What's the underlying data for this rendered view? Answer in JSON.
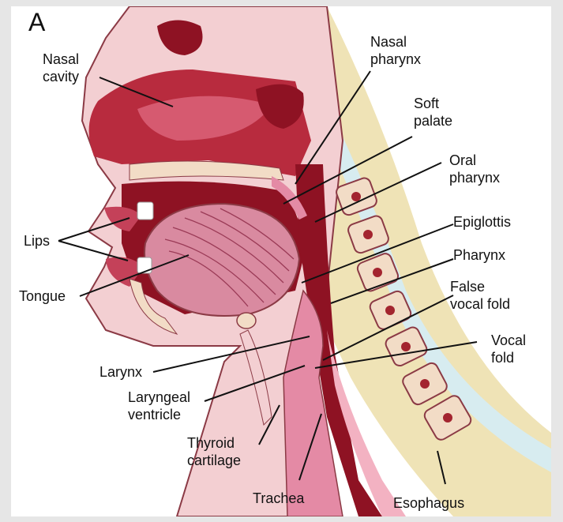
{
  "panel_letter": "A",
  "labels": {
    "nasal_cavity": "Nasal\ncavity",
    "nasal_pharynx": "Nasal\npharynx",
    "soft_palate": "Soft\npalate",
    "oral_pharynx": "Oral\npharynx",
    "epiglottis": "Epiglottis",
    "pharynx": "Pharynx",
    "false_vocal_fold": "False\nvocal fold",
    "vocal_fold": "Vocal\nfold",
    "lips": "Lips",
    "tongue": "Tongue",
    "larynx": "Larynx",
    "laryngeal_ventricle": "Laryngeal\nventricle",
    "thyroid_cartilage": "Thyroid\ncartilage",
    "trachea": "Trachea",
    "esophagus": "Esophagus"
  },
  "colors": {
    "background": "#e6e6e6",
    "skin": "#f3cfd2",
    "muscle": "#b82b3e",
    "dark_tissue": "#8e1223",
    "bone": "#f2dcc6",
    "marrow": "#a3242f",
    "neck_shadow": "#e8d9a3",
    "airway_pink": "#e48aa5",
    "tongue": "#d98aa0",
    "leader": "#111111"
  }
}
